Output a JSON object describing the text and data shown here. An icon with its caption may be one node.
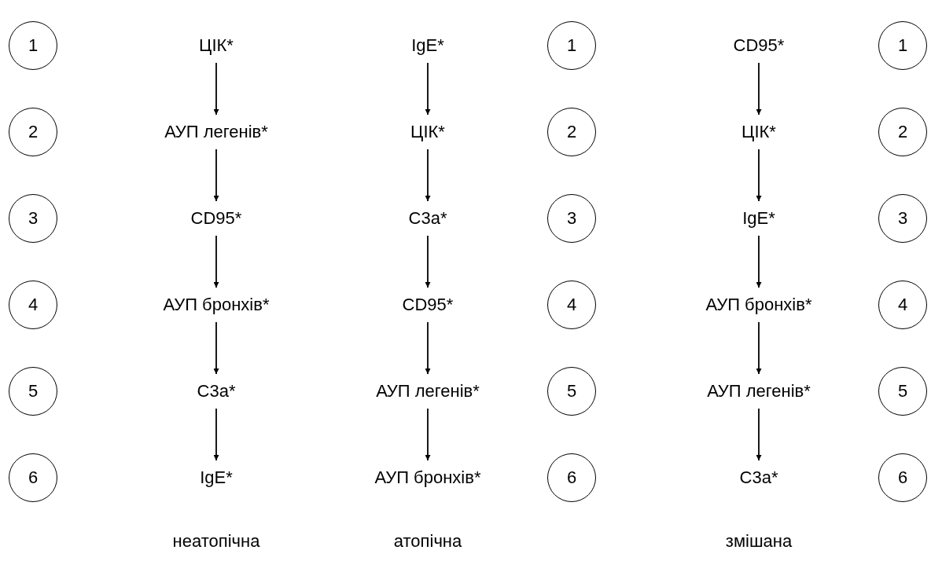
{
  "diagram": {
    "nodes": [
      {
        "text": [
          "1"
        ]
      },
      {
        "text": [
          "2"
        ]
      },
      {
        "text": [
          "3"
        ]
      },
      {
        "text": [
          "4"
        ]
      },
      {
        "text": [
          "5"
        ]
      },
      {
        "text": [
          "6"
        ]
      },
      {
        "text": [
          "ЦІК*"
        ]
      },
      {
        "text": [
          "АУП легенів*"
        ]
      },
      {
        "text": [
          "CD95*"
        ]
      },
      {
        "text": [
          "АУП бронхів*"
        ]
      },
      {
        "text": [
          "C3a*"
        ]
      },
      {
        "text": [
          "IgE*"
        ]
      },
      {
        "text": [
          "IgE*"
        ]
      },
      {
        "text": [
          "ЦІК*"
        ]
      },
      {
        "text": [
          "C3a*"
        ]
      },
      {
        "text": [
          "CD95*"
        ]
      },
      {
        "text": [
          "АУП легенів*"
        ]
      },
      {
        "text": [
          "АУП бронхів*"
        ]
      },
      {
        "text": [
          "1"
        ]
      },
      {
        "text": [
          "2"
        ]
      },
      {
        "text": [
          "3"
        ]
      },
      {
        "text": [
          "4"
        ]
      },
      {
        "text": [
          "5"
        ]
      },
      {
        "text": [
          "6"
        ]
      },
      {
        "text": [
          "CD95*"
        ]
      },
      {
        "text": [
          "ЦІК*"
        ]
      },
      {
        "text": [
          "IgE*"
        ]
      },
      {
        "text": [
          "АУП бронхів*"
        ]
      },
      {
        "text": [
          "АУП легенів*"
        ]
      },
      {
        "text": [
          "C3a*"
        ]
      },
      {
        "text": [
          "1"
        ]
      },
      {
        "text": [
          "2"
        ]
      },
      {
        "text": [
          "3"
        ]
      },
      {
        "text": [
          "4"
        ]
      },
      {
        "text": [
          "5"
        ]
      },
      {
        "text": [
          "6"
        ]
      }
    ],
    "edges": [
      {
        "from": 6,
        "to": 7,
        "arrow": "to"
      },
      {
        "from": 7,
        "to": 8,
        "arrow": "to"
      },
      {
        "from": 8,
        "to": 9,
        "arrow": "to"
      },
      {
        "from": 9,
        "to": 10,
        "arrow": "to"
      },
      {
        "from": 10,
        "to": 11,
        "arrow": "to"
      },
      {
        "from": 12,
        "to": 13,
        "arrow": "to"
      },
      {
        "from": 13,
        "to": 14,
        "arrow": "to"
      },
      {
        "from": 14,
        "to": 15,
        "arrow": "to"
      },
      {
        "from": 15,
        "to": 16,
        "arrow": "to"
      },
      {
        "from": 16,
        "to": 17,
        "arrow": "to"
      },
      {
        "from": 24,
        "to": 25,
        "arrow": "to"
      },
      {
        "from": 25,
        "to": 26,
        "arrow": "to"
      },
      {
        "from": 26,
        "to": 27,
        "arrow": "to"
      },
      {
        "from": 27,
        "to": 28,
        "arrow": "to"
      },
      {
        "from": 28,
        "to": 29,
        "arrow": "to"
      }
    ],
    "labels": [
      "неатопічна",
      "атопічна",
      "змішана"
    ]
  }
}
